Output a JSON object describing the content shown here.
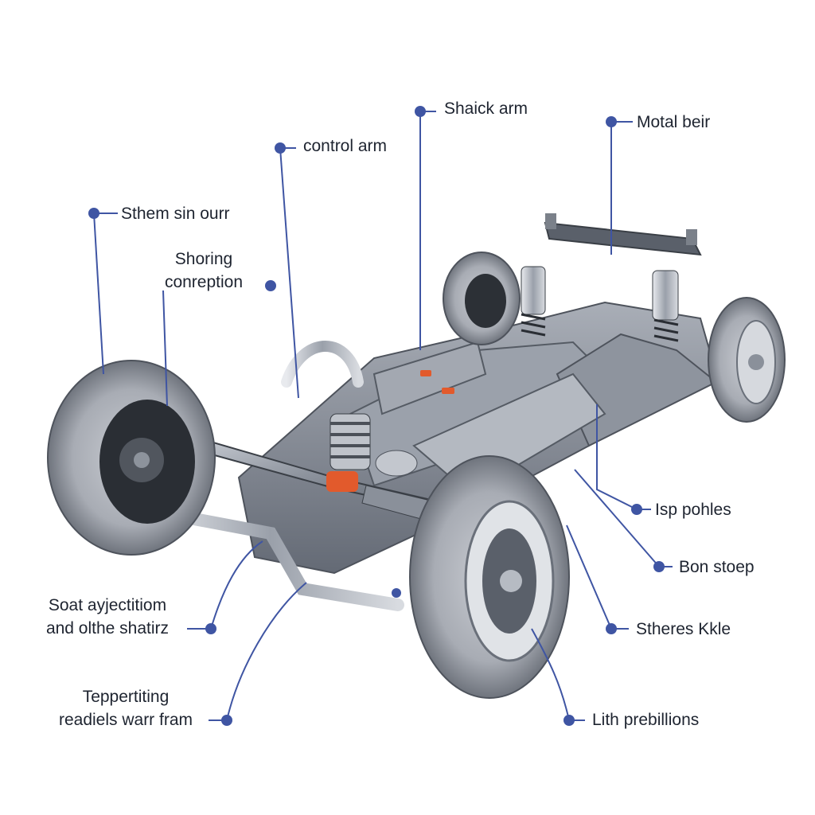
{
  "accent": "#3f55a3",
  "labels": {
    "shack_arm": "Shaick arm",
    "motal_beir": "Motal beir",
    "control_arm": "control arm",
    "sthem": "Sthem sin ourr",
    "shoring_1": "Shoring",
    "shoring_2": "conreption",
    "isp_pohles": "Isp pohles",
    "bon_stoep": "Bon stoep",
    "sthere_kkle": "Stheres Kkle",
    "sont_1": "Soat ayjectitiom",
    "sont_2": "and olthe shatirz",
    "tepp_1": "Teppertiting",
    "tepp_2": "readiels warr fram",
    "lith": "Lith prebillions"
  }
}
